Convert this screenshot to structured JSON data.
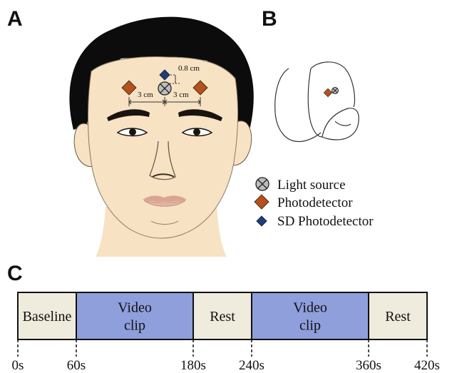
{
  "panels": {
    "a": "A",
    "b": "B",
    "c": "C"
  },
  "face": {
    "dim_vertical": "0.8 cm",
    "dim_left": "3 cm",
    "dim_right": "3 cm"
  },
  "legend": {
    "light_source": "Light source",
    "photodetector": "Photodetector",
    "sd_photodetector": "SD Photodetector"
  },
  "colors": {
    "photodetector": "#b4511f",
    "sd_photodetector": "#243b7a",
    "light_source": "#bdbdbd",
    "neutral_block": "#efebdd",
    "video_block": "#8f9fdc",
    "hair": "#0c0c0c",
    "skin": "#f7e2c4"
  },
  "timeline": {
    "segments": [
      {
        "label_lines": [
          "Baseline"
        ],
        "kind": "neutral"
      },
      {
        "label_lines": [
          "Video",
          "clip"
        ],
        "kind": "video"
      },
      {
        "label_lines": [
          "Rest"
        ],
        "kind": "neutral"
      },
      {
        "label_lines": [
          "Video",
          "clip"
        ],
        "kind": "video"
      },
      {
        "label_lines": [
          "Rest"
        ],
        "kind": "neutral"
      }
    ],
    "ticks": [
      "0s",
      "60s",
      "180s",
      "240s",
      "360s",
      "420s"
    ],
    "tick_seconds": [
      0,
      60,
      180,
      240,
      360,
      420
    ]
  }
}
